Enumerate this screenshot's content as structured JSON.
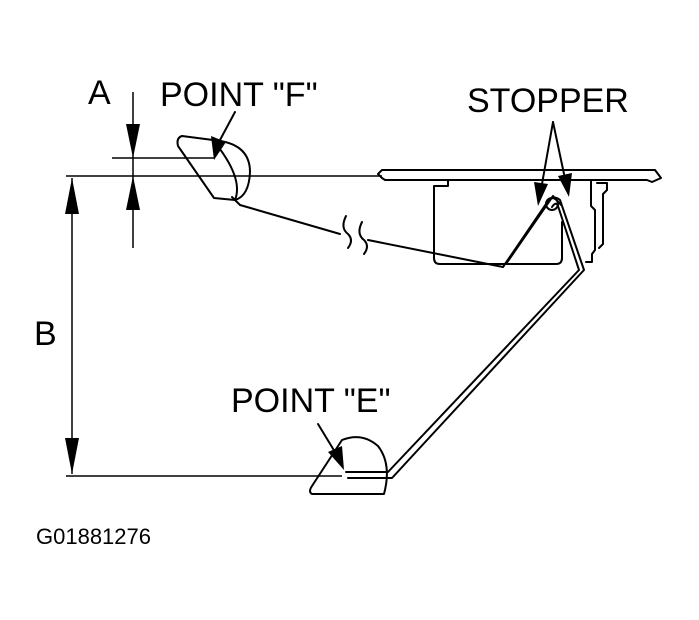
{
  "diagram": {
    "labels": {
      "point_f": "POINT \"F\"",
      "point_e": "POINT \"E\"",
      "stopper": "STOPPER",
      "dim_a": "A",
      "dim_b": "B",
      "figure_id": "G01881276"
    }
  }
}
